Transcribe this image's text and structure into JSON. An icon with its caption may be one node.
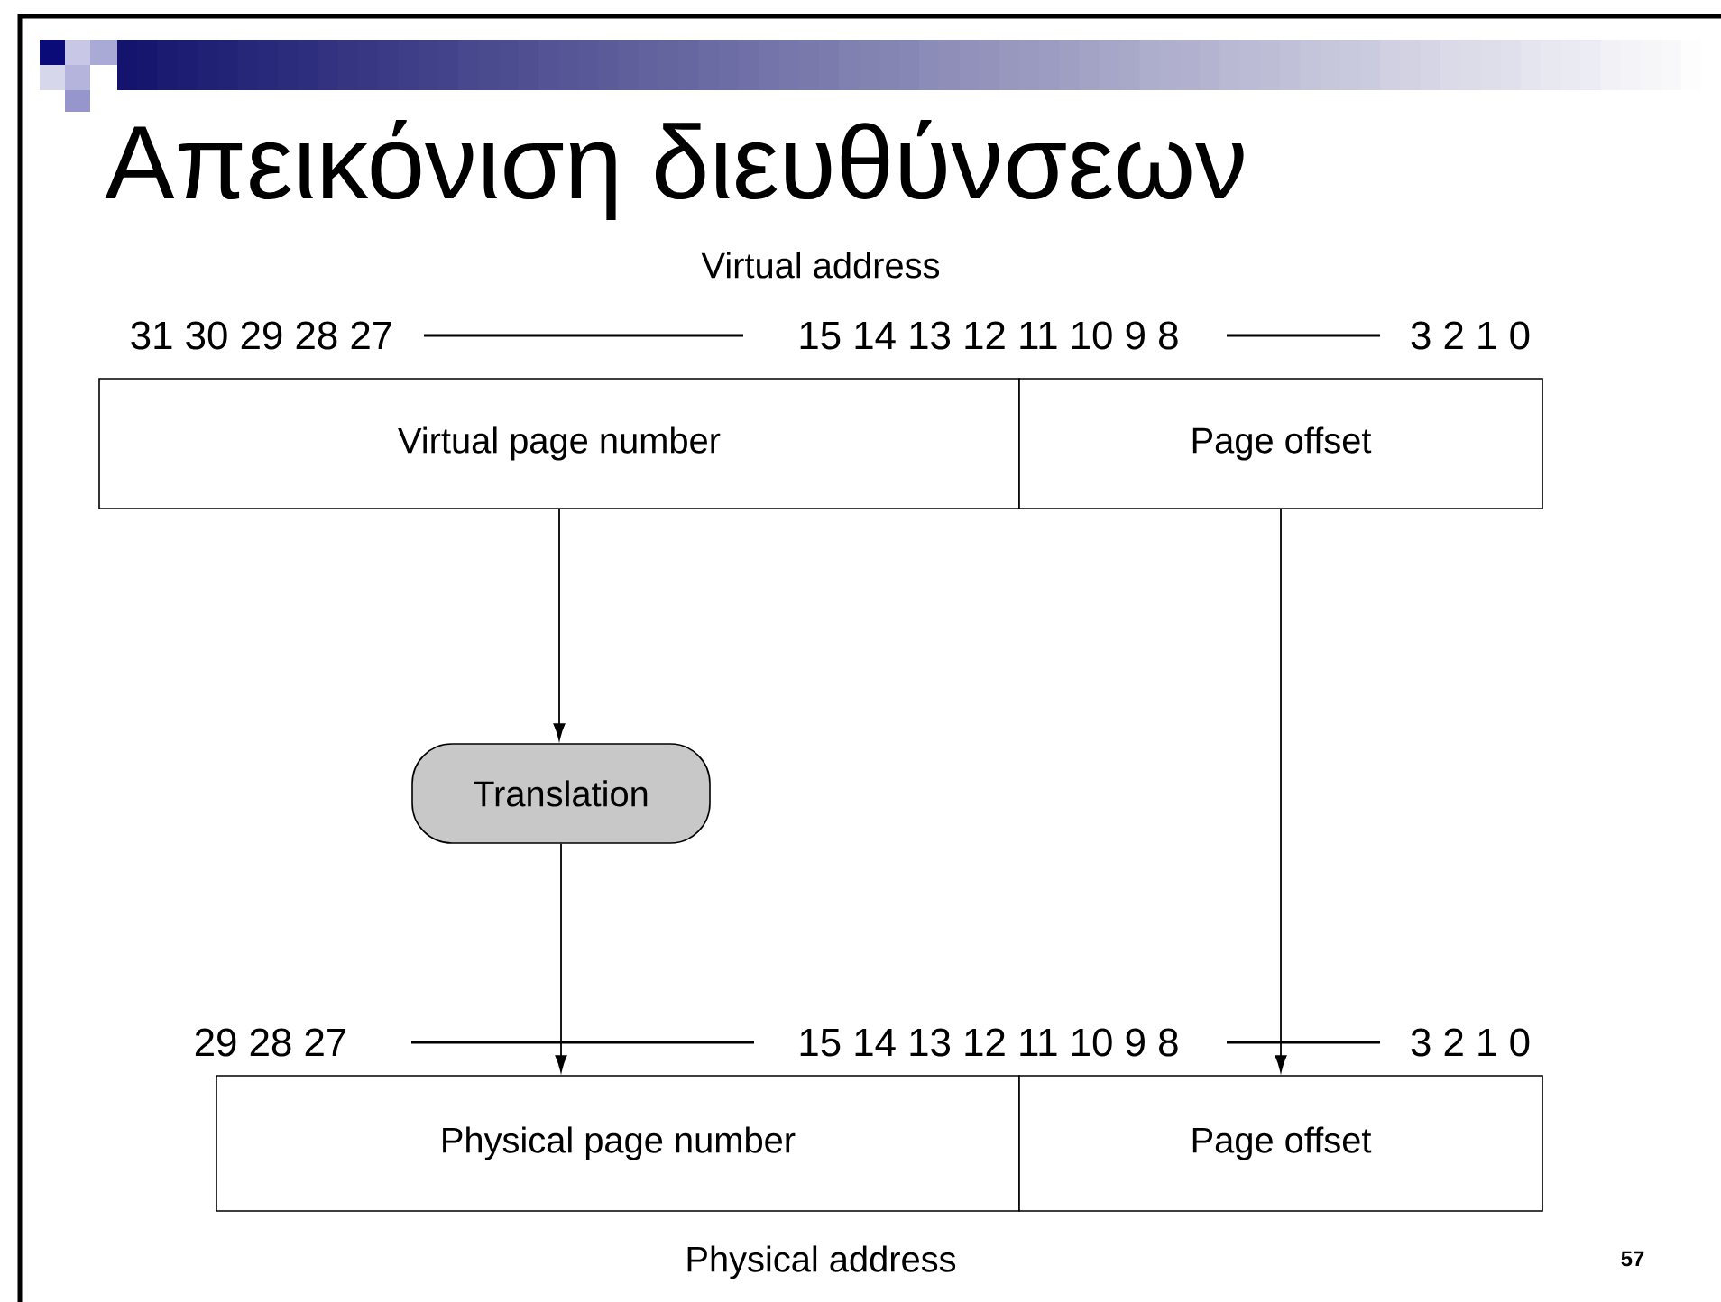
{
  "diagram": {
    "title": "Απεικόνιση διευθύνσεων",
    "nodes": [
      {
        "text": [
          "Virtual page number"
        ]
      },
      {
        "text": [
          "Page offset"
        ]
      },
      {
        "text": [
          "Translation"
        ]
      },
      {
        "text": [
          "Physical page number"
        ]
      },
      {
        "text": [
          "Page offset"
        ]
      }
    ],
    "edges": [
      {
        "from": 0,
        "to": 2,
        "arrow": "to"
      },
      {
        "from": 2,
        "to": 3,
        "arrow": "to"
      },
      {
        "from": 1,
        "to": 4,
        "arrow": "to"
      }
    ],
    "labels": [
      "Virtual address",
      "31 30 29 28 27",
      "15 14 13 12 11 10 9 8",
      "3 2 1 0",
      "29 28 27",
      "15 14 13 12 11 10 9 8",
      "3 2 1 0",
      "Physical address",
      "57"
    ]
  }
}
